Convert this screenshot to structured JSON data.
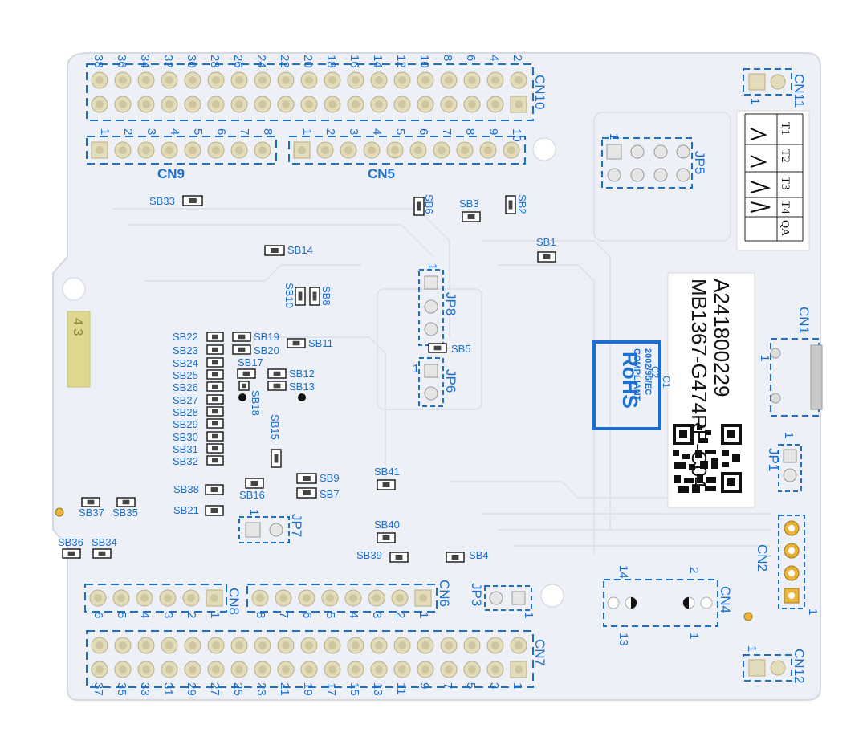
{
  "board": {
    "cn10": {
      "label": "CN10",
      "top_row": [
        "38",
        "36",
        "34",
        "32",
        "30",
        "28",
        "26",
        "24",
        "22",
        "20",
        "18",
        "16",
        "14",
        "12",
        "10",
        "8",
        "6",
        "4",
        "2"
      ]
    },
    "cn11": {
      "label": "CN11",
      "pin1": "1"
    },
    "cn9": {
      "label": "CN9",
      "pins": [
        "1",
        "2",
        "3",
        "4",
        "5",
        "6",
        "7",
        "8"
      ]
    },
    "cn5": {
      "label": "CN5",
      "pins": [
        "1",
        "2",
        "3",
        "4",
        "5",
        "6",
        "7",
        "8",
        "9",
        "10"
      ]
    },
    "jp5": {
      "label": "JP5",
      "pin1": "1"
    },
    "qa_table": {
      "headers": [
        "T1",
        "T2",
        "T3",
        "T4",
        "QA"
      ]
    },
    "product_label": {
      "line1": "MB1367-G474RE-C04",
      "line2": "A241800229"
    },
    "rohs": {
      "title": "RoHS",
      "line2": "COMPLIANT",
      "line3": "2002/95/EC"
    },
    "cn1": {
      "label": "CN1",
      "pin1": "1"
    },
    "jp1": {
      "label": "JP1",
      "pin1": "1"
    },
    "cn2": {
      "label": "CN2",
      "pin1": "1"
    },
    "cn4": {
      "label": "CN4",
      "n14": "14",
      "n2": "2",
      "n13": "13",
      "n1": "1"
    },
    "cn12": {
      "label": "CN12",
      "pin1": "1"
    },
    "cn8": {
      "label": "CN8",
      "pins": [
        "6",
        "5",
        "4",
        "3",
        "2",
        "1"
      ]
    },
    "cn6": {
      "label": "CN6",
      "pins": [
        "8",
        "7",
        "6",
        "5",
        "4",
        "3",
        "2",
        "1"
      ]
    },
    "jp3": {
      "label": "JP3",
      "pin1": "1"
    },
    "cn7": {
      "label": "CN7",
      "bottom_row": [
        "37",
        "35",
        "33",
        "31",
        "29",
        "27",
        "25",
        "23",
        "21",
        "19",
        "17",
        "15",
        "13",
        "11",
        "9",
        "7",
        "5",
        "3",
        "1"
      ]
    },
    "jp8": {
      "label": "JP8",
      "pin1": "1"
    },
    "jp6": {
      "label": "JP6",
      "pin1": "1"
    },
    "jp7": {
      "label": "JP7",
      "pin1": "1"
    },
    "yellow_tag": "4 3",
    "misc_1": "C1",
    "misc_2": "C2",
    "solder_bridges": {
      "sb33": "SB33",
      "sb6": "SB6",
      "sb3": "SB3",
      "sb2": "SB2",
      "sb1": "SB1",
      "sb14": "SB14",
      "sb8": "SB8",
      "sb10": "SB10",
      "sb22": "SB22",
      "sb23": "SB23",
      "sb24": "SB24",
      "sb25": "SB25",
      "sb26": "SB26",
      "sb27": "SB27",
      "sb28": "SB28",
      "sb29": "SB29",
      "sb30": "SB30",
      "sb31": "SB31",
      "sb32": "SB32",
      "sb19": "SB19",
      "sb20": "SB20",
      "sb11": "SB11",
      "sb17": "SB17",
      "sb12": "SB12",
      "sb13": "SB13",
      "sb18": "SB18",
      "sb15": "SB15",
      "sb5": "SB5",
      "sb38": "SB38",
      "sb16": "SB16",
      "sb9": "SB9",
      "sb7": "SB7",
      "sb41": "SB41",
      "sb21": "SB21",
      "sb37": "SB37",
      "sb35": "SB35",
      "sb36": "SB36",
      "sb34": "SB34",
      "sb40": "SB40",
      "sb39": "SB39",
      "sb4": "SB4"
    }
  },
  "colors": {
    "board": "#eef0f7",
    "silk": "#1a6fd0",
    "pad": "#cfc6a0",
    "label_bg": "#ffffff"
  }
}
